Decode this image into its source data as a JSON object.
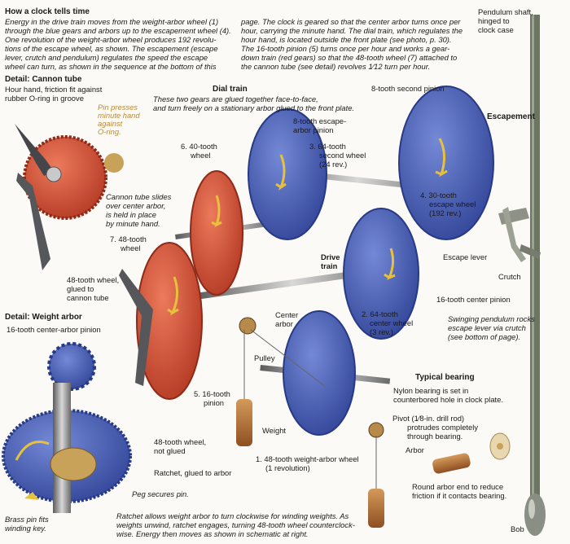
{
  "title": "How a clock tells time",
  "intro_lines": [
    "Energy in the drive train moves from the weight-arbor wheel (1)",
    "through the blue gears and arbors up to the escapement wheel (4).",
    "One revolution of the weight-arbor wheel produces 192 revolu-",
    "tions of the escape wheel, as shown. The escapement (escape",
    "lever, crutch and pendulum) regulates the speed the escape",
    "wheel can turn, as shown in the sequence at the bottom of this"
  ],
  "intro2_lines": [
    "page. The clock is geared so that the center arbor turns once per",
    "hour, carrying the minute hand. The dial train, which regulates the",
    "hour hand, is located outside the front plate (see photo, p. 30).",
    "The 16-tooth pinion (5) turns once per hour and works a gear-",
    "down train (red gears) so that the 48-tooth wheel (7) attached to",
    "the cannon tube (see detail) revolves 1⁄12 turn per hour."
  ],
  "pendulum_shaft": [
    "Pendulum shaft,",
    "hinged to",
    "clock case"
  ],
  "cannon": {
    "heading": "Detail: Cannon tube",
    "hour_hand": [
      "Hour hand, friction fit against",
      "rubber O-ring in groove"
    ],
    "pin": [
      "Pin presses",
      "minute hand",
      "against",
      "O-ring."
    ],
    "slides": [
      "Cannon tube slides",
      "over center arbor,",
      "is held in place",
      "by minute hand."
    ],
    "wheel48": [
      "48-tooth wheel,",
      "glued to",
      "cannon tube"
    ]
  },
  "dial_train": {
    "heading": "Dial train",
    "note": [
      "These two gears are glued together face-to-face,",
      "and turn freely on a stationary arbor glued to the front plate."
    ],
    "w6": [
      "6. 40-tooth",
      "wheel"
    ],
    "w7": [
      "7. 48-tooth",
      "wheel"
    ],
    "p5": [
      "5. 16-tooth",
      "pinion"
    ]
  },
  "second_pinion": "8-tooth second pinion",
  "escape_pinion": [
    "8-tooth escape-",
    "arbor pinion"
  ],
  "w3": [
    "3. 64-tooth",
    "second wheel",
    "(24 rev.)"
  ],
  "escapement": {
    "heading": "Escapement",
    "w4": [
      "4. 30-tooth",
      "escape wheel",
      "(192 rev.)"
    ],
    "lever": "Escape lever",
    "crutch": "Crutch"
  },
  "drive_train": [
    "Drive",
    "train"
  ],
  "center_pinion": "16-tooth center pinion",
  "w2": [
    "2. 64-tooth",
    "center wheel",
    "(3 rev.)"
  ],
  "center_arbor": [
    "Center",
    "arbor"
  ],
  "pulley": "Pulley",
  "weight": "Weight",
  "w1": [
    "1. 48-tooth weight-arbor wheel",
    "(1 revolution)"
  ],
  "swinging": [
    "Swinging pendulum rocks",
    "escape lever via crutch",
    "(see bottom of page)."
  ],
  "weight_arbor": {
    "heading": "Detail: Weight arbor",
    "pinion16": "16-tooth center-arbor pinion",
    "wheel48": [
      "48-tooth wheel,",
      "not glued"
    ],
    "ratchet": "Ratchet, glued to arbor",
    "peg": "Peg secures pin.",
    "brass": [
      "Brass pin fits",
      "winding key."
    ]
  },
  "bearing": {
    "heading": "Typical bearing",
    "nylon": [
      "Nylon bearing is set in",
      "counterbored hole in clock plate."
    ],
    "pivot": [
      "Pivot (1⁄8-in. drill rod)",
      "protrudes completely",
      "through bearing."
    ],
    "arbor": "Arbor",
    "round": [
      "Round arbor end to reduce",
      "friction if it contacts bearing."
    ]
  },
  "ratchet_note": [
    "Ratchet allows weight arbor to turn clockwise for winding weights. As",
    "weights unwind, ratchet engages, turning 48-tooth wheel counterclock-",
    "wise. Energy then moves as shown in schematic at right."
  ],
  "bob": "Bob",
  "colors": {
    "blue": "#4a5fb0",
    "red": "#d2563e",
    "brass": "#c9a25a",
    "wood": "#b5743c"
  }
}
